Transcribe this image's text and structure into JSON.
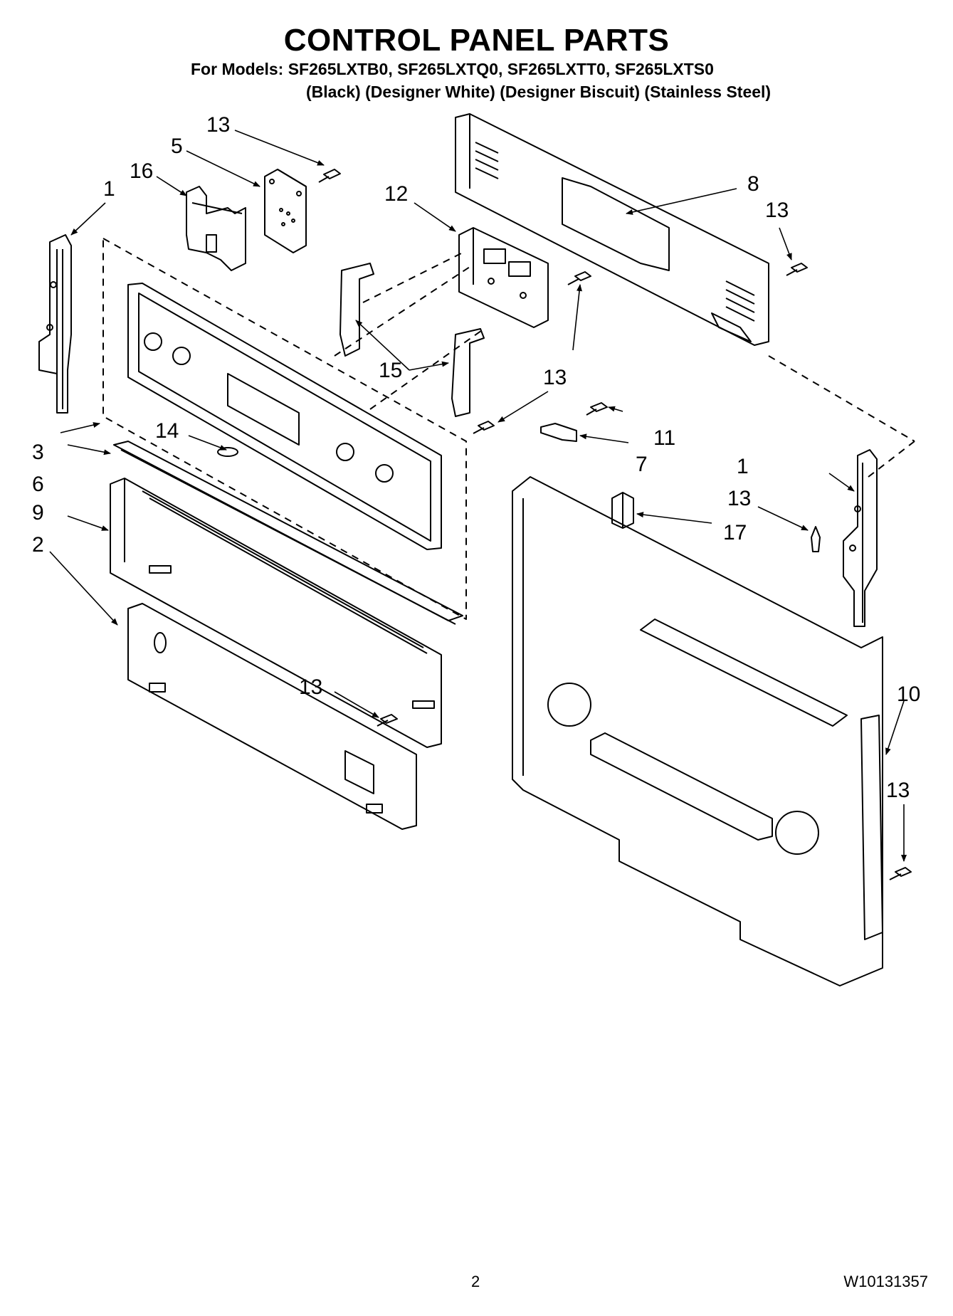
{
  "header": {
    "title": "CONTROL PANEL PARTS",
    "models_line": "For Models: SF265LXTB0, SF265LXTQ0, SF265LXTT0, SF265LXTS0",
    "colors_line": "(Black) (Designer White) (Designer Biscuit) (Stainless Steel)"
  },
  "callouts": {
    "c1a": "1",
    "c1b": "1",
    "c2": "2",
    "c3": "3",
    "c5": "5",
    "c6": "6",
    "c7": "7",
    "c8": "8",
    "c9": "9",
    "c10": "10",
    "c11": "11",
    "c12": "12",
    "c13a": "13",
    "c13b": "13",
    "c13c": "13",
    "c13d": "13",
    "c13e": "13",
    "c13f": "13",
    "c14": "14",
    "c15": "15",
    "c16": "16",
    "c17": "17"
  },
  "footer": {
    "page_number": "2",
    "document_number": "W10131357"
  }
}
